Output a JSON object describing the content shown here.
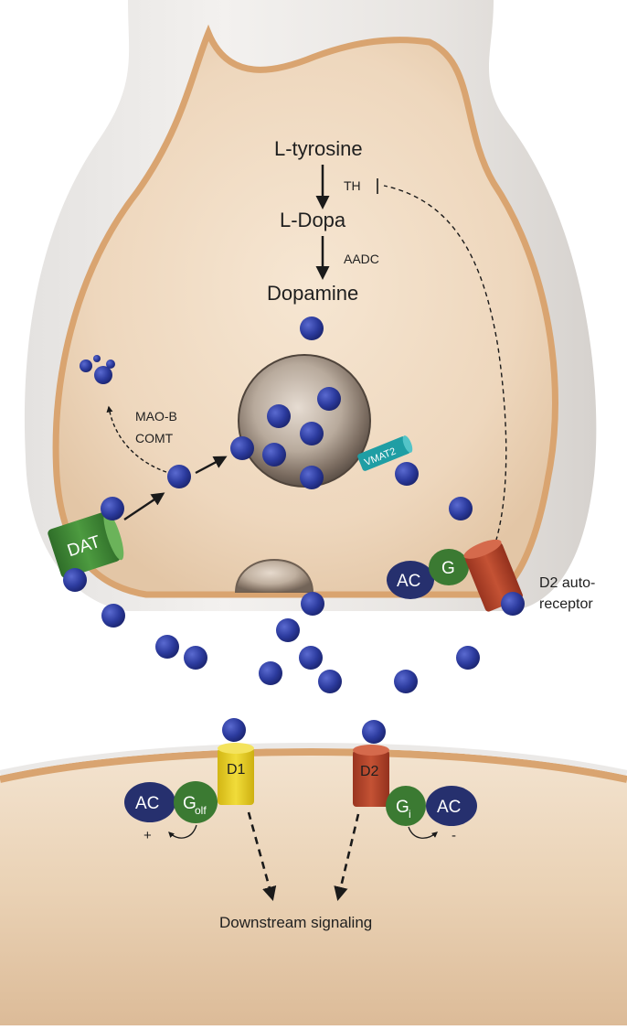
{
  "pathway": {
    "tyrosine": "L-tyrosine",
    "dopa": "L-Dopa",
    "dopamine": "Dopamine",
    "th": "TH",
    "aadc": "AADC"
  },
  "metabolism": {
    "maob": "MAO-B",
    "comt": "COMT"
  },
  "presynaptic": {
    "dat": "DAT",
    "vmat2": "VMAT2",
    "ac": "AC",
    "g": "G",
    "autoreceptor_line1": "D2 auto-",
    "autoreceptor_line2": "receptor"
  },
  "postsynaptic": {
    "d1": "D1",
    "d2": "D2",
    "ac_left": "AC",
    "ac_right": "AC",
    "golf_main": "G",
    "golf_sub": "olf",
    "gi_main": "G",
    "gi_sub": "i",
    "plus": "+",
    "minus": "-",
    "downstream": "Downstream signaling"
  },
  "colors": {
    "dopamine": "#2a3a9c",
    "membrane": "#d9a470",
    "cytoplasm": "#f1dcc4",
    "dat": "#3f8a35",
    "d1": "#e8cf1e",
    "d2": "#b9442a",
    "ac": "#26306e",
    "gprotein": "#3b7a32",
    "vmat2": "#1f9ea4"
  }
}
